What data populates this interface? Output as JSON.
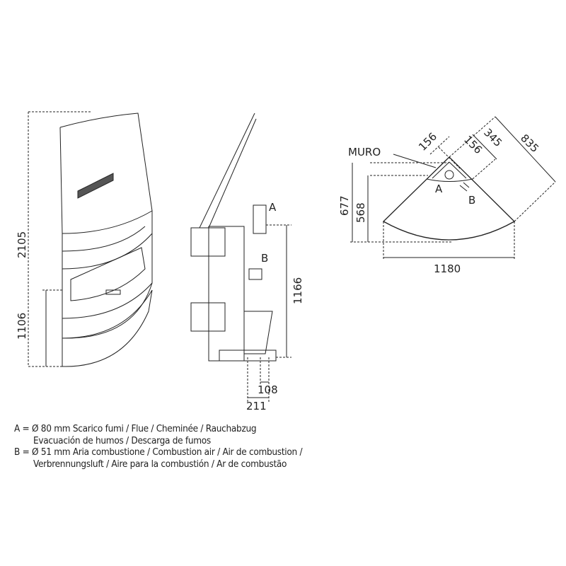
{
  "front_view": {
    "dim_total_height": "2105",
    "dim_lower_height": "1106"
  },
  "side_view": {
    "label_a": "A",
    "label_b": "B",
    "dim_height": "1166",
    "dim_depth_1": "108",
    "dim_depth_2": "211"
  },
  "plan_view": {
    "wall_label": "MURO",
    "label_a": "A",
    "label_b": "B",
    "dim_156_a": "156",
    "dim_156_b": "156",
    "dim_345": "345",
    "dim_835": "835",
    "dim_677": "677",
    "dim_568": "568",
    "dim_1180": "1180"
  },
  "legend": [
    "A = Ø 80 mm  Scarico fumi / Flue / Cheminée / Rauchabzug",
    "Evacuación de humos / Descarga de fumos",
    "B = Ø 51 mm  Aria combustione / Combustion air / Air de combustion /",
    "Verbrennungsluft / Aire para la combustión / Ar de combustão"
  ]
}
